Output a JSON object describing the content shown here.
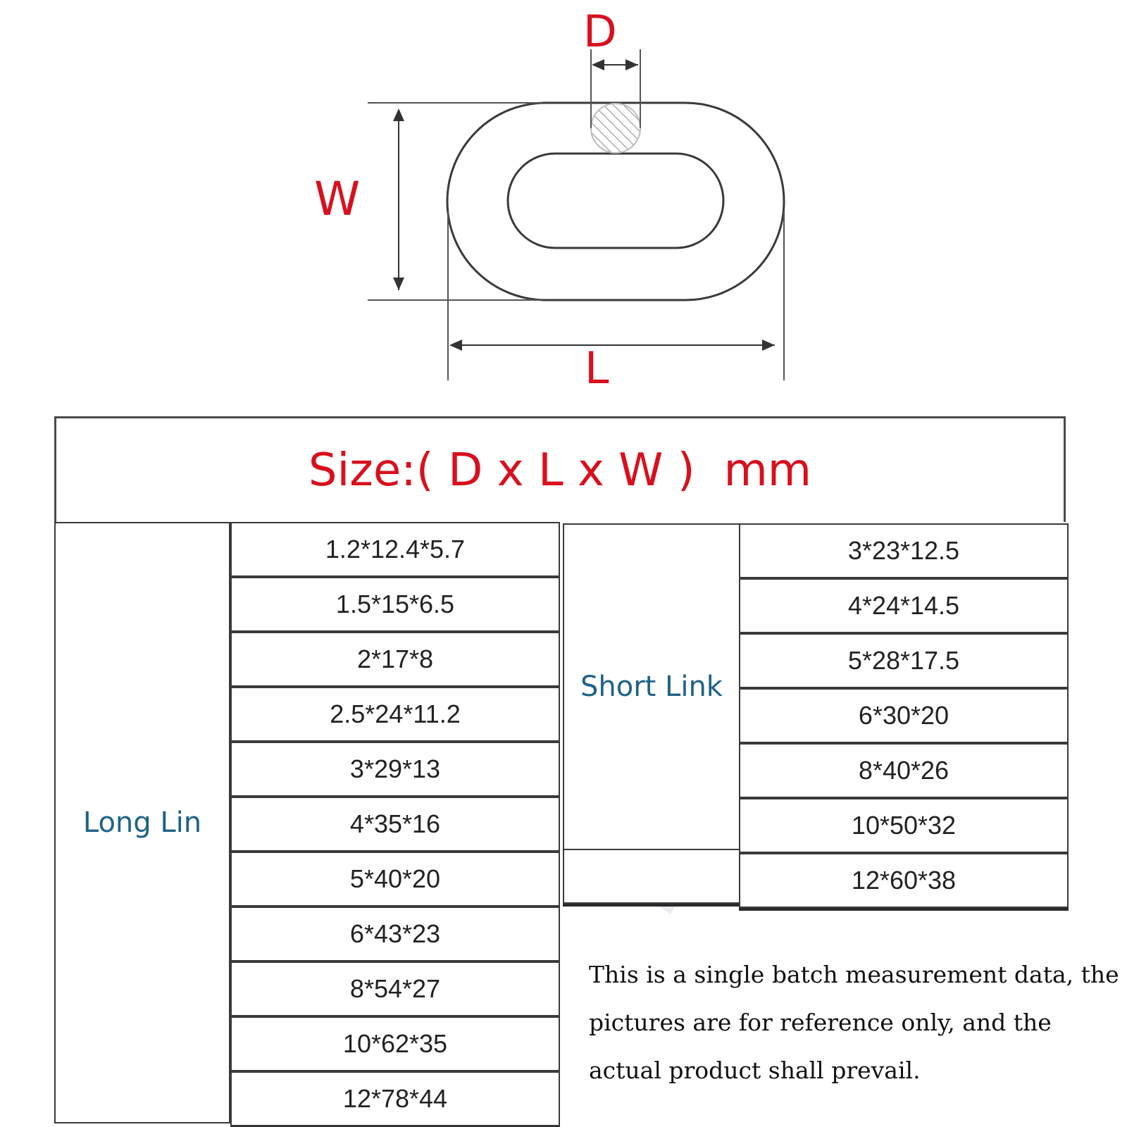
{
  "diagram": {
    "labels": {
      "d": "D",
      "w": "W",
      "l": "L"
    },
    "colors": {
      "label": "#d8101e",
      "group_label": "#1f6287",
      "outline": "#4a4a4a"
    },
    "icons": [
      "chain-link-icon",
      "cross-section-hatched-icon",
      "dimension-arrow-icon"
    ]
  },
  "size_header": "Size:( D x L x W )  mm",
  "long_link": {
    "label": "Long Lin",
    "sizes": [
      "1.2*12.4*5.7",
      "1.5*15*6.5",
      "2*17*8",
      "2.5*24*11.2",
      "3*29*13",
      "4*35*16",
      "5*40*20",
      "6*43*23",
      "8*54*27",
      "10*62*35",
      "12*78*44"
    ]
  },
  "short_link": {
    "label": "Short Link",
    "sizes": [
      "3*23*12.5",
      "4*24*14.5",
      "5*28*17.5",
      "6*30*20",
      "8*40*26",
      "10*50*32",
      "12*60*38"
    ]
  },
  "disclaimer": "This is a single batch measurement data, the pictures are for reference only, and the actual product shall prevail."
}
